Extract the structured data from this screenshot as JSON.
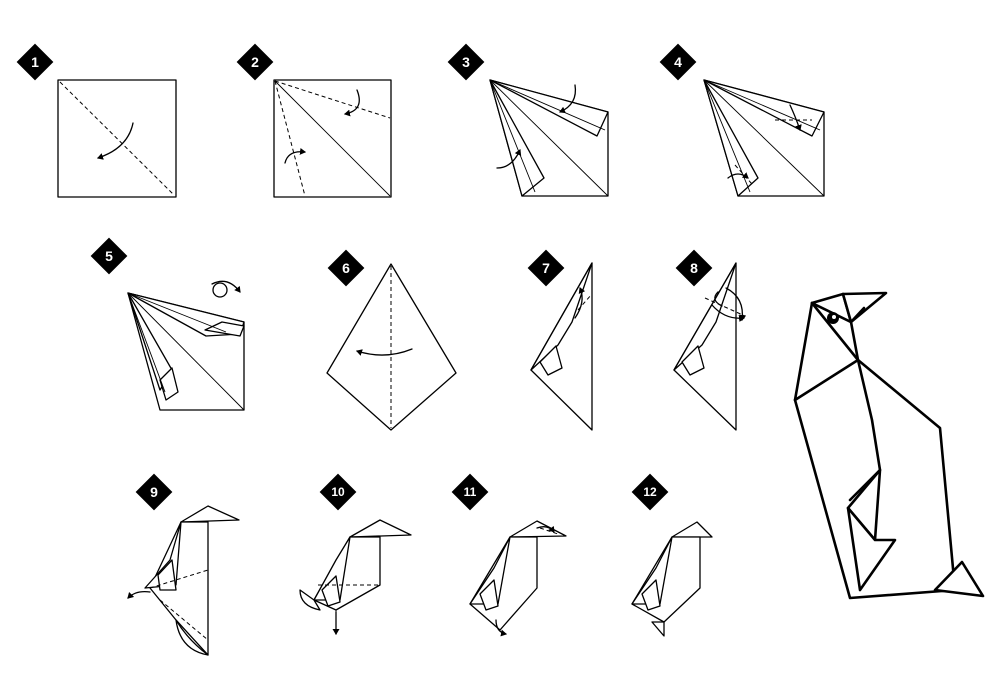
{
  "steps": [
    {
      "number": "1"
    },
    {
      "number": "2"
    },
    {
      "number": "3"
    },
    {
      "number": "4"
    },
    {
      "number": "5"
    },
    {
      "number": "6"
    },
    {
      "number": "7"
    },
    {
      "number": "8"
    },
    {
      "number": "9"
    },
    {
      "number": "10"
    },
    {
      "number": "11"
    },
    {
      "number": "12"
    }
  ],
  "colors": {
    "ink": "#000000",
    "paper": "#ffffff"
  },
  "icons": {
    "fold_arrow": "curved-arrow-icon",
    "turn_over": "turn-over-icon",
    "step_badge": "diamond-badge-icon"
  }
}
